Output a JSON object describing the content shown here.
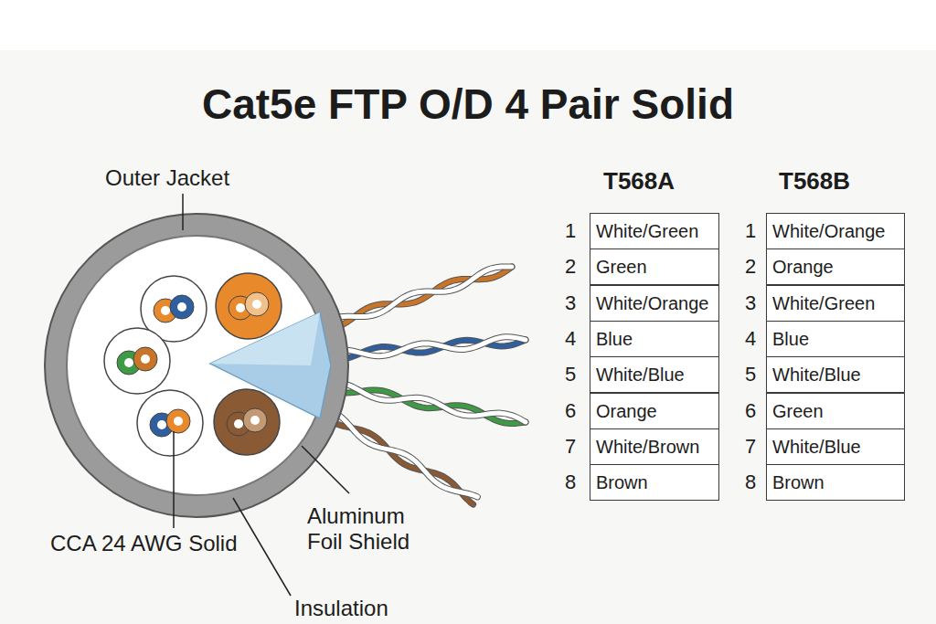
{
  "diagram": {
    "title": "Cat5e FTP O/D 4 Pair Solid",
    "labels": [
      "Outer Jacket",
      "T568A",
      "T568B",
      "1",
      "White/Green",
      "2",
      "Green",
      "3",
      "White/Orange",
      "4",
      "Blue",
      "5",
      "White/Blue",
      "6",
      "Orange",
      "7",
      "White/Brown",
      "8",
      "Brown",
      "1",
      "White/Orange",
      "2",
      "Orange",
      "3",
      "White/Green",
      "4",
      "Blue",
      "5",
      "White/Blue",
      "6",
      "Green",
      "7",
      "White/Blue",
      "8",
      "Brown",
      "CCA 24 AWG Solid",
      "Aluminum Foil Shield",
      "Insulation"
    ]
  }
}
